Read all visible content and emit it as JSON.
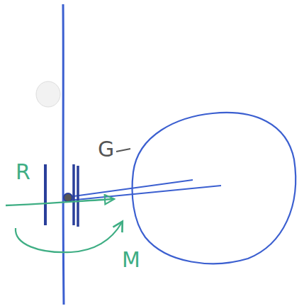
{
  "diagram": {
    "labels": [
      "R",
      "G",
      "M"
    ]
  }
}
